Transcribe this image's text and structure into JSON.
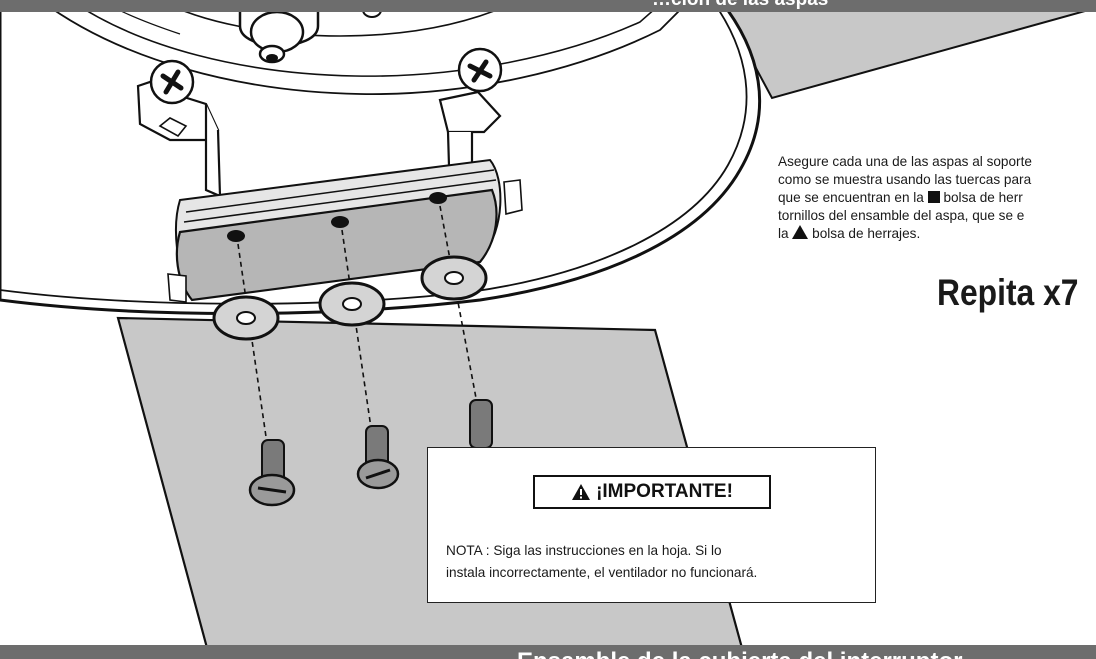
{
  "header": {
    "title": "…ción de las aspas"
  },
  "instructions": {
    "line1": "Asegure cada una de las aspas al soporte",
    "line2": "como se muestra usando las tuercas para",
    "line3_a": "que se encuentran en la",
    "line3_b": "bolsa de herr",
    "line4": "tornillos del ensamble del aspa, que se e",
    "line5_a": "la",
    "line5_b": "bolsa de herrajes.",
    "square_icon": "square-icon",
    "triangle_icon": "triangle-icon"
  },
  "repeat_label": "Repita x7",
  "important": {
    "title": "¡IMPORTANTE!",
    "icon": "warning-icon",
    "note_line1": "NOTA : Siga las instrucciones en la hoja. Si lo",
    "note_line2": "instala incorrectamente, el ventilador no funcionará."
  },
  "footer": {
    "title": "Ensamble de la cubierta del interruptor…"
  },
  "colors": {
    "bar": "#6d6d6d",
    "blade": "#c8c8c8",
    "line": "#111111"
  }
}
